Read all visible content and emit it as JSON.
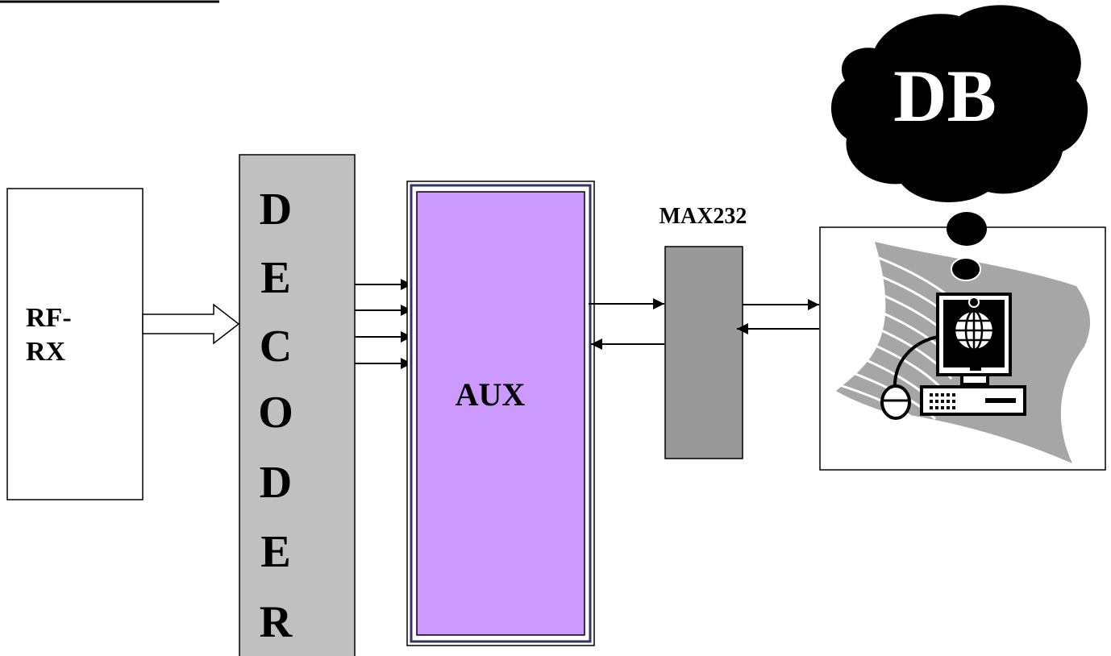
{
  "rf_rx": {
    "line1": "RF-",
    "line2": "RX"
  },
  "decoder": {
    "letters": [
      "D",
      "E",
      "C",
      "O",
      "D",
      "E",
      "R"
    ]
  },
  "aux": {
    "label": "AUX"
  },
  "max232": {
    "label": "MAX232"
  },
  "cloud": {
    "label": "DB"
  },
  "colors": {
    "decoder_fill": "#c0c0c0",
    "aux_fill": "#cc99ff",
    "aux_border": "#333366",
    "max232_fill": "#999999",
    "cloud_fill": "#000000",
    "swoosh_fill": "#a6a6a6"
  },
  "icons": [
    "computer-icon",
    "globe-icon",
    "mouse-icon",
    "keyboard-icon"
  ]
}
